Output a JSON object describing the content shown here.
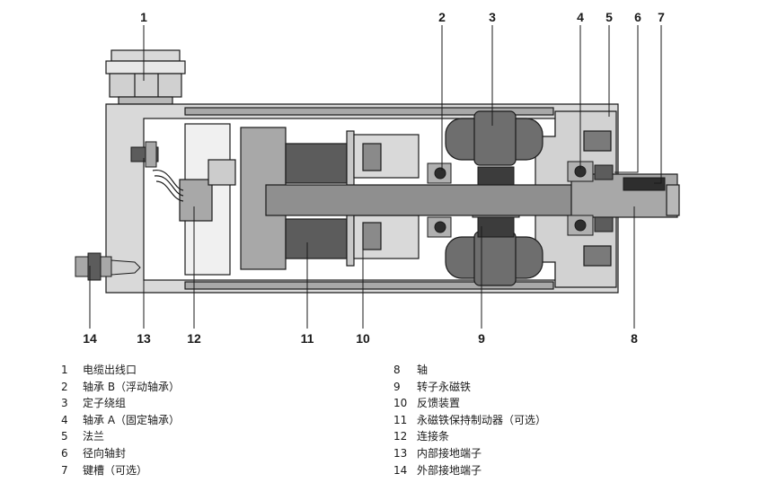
{
  "callouts_top": [
    "1",
    "2",
    "3",
    "4",
    "5",
    "6",
    "7"
  ],
  "callouts_bottom": [
    "14",
    "13",
    "12",
    "11",
    "10",
    "9",
    "8"
  ],
  "legend_left": [
    {
      "num": "1",
      "label": "电缆出线口"
    },
    {
      "num": "2",
      "label": "轴承 B（浮动轴承）"
    },
    {
      "num": "3",
      "label": "定子绕组"
    },
    {
      "num": "4",
      "label": "轴承 A（固定轴承）"
    },
    {
      "num": "5",
      "label": "法兰"
    },
    {
      "num": "6",
      "label": "径向轴封"
    },
    {
      "num": "7",
      "label": "键槽（可选）"
    }
  ],
  "legend_right": [
    {
      "num": "8",
      "label": "轴"
    },
    {
      "num": "9",
      "label": "转子永磁铁"
    },
    {
      "num": "10",
      "label": "反馈装置"
    },
    {
      "num": "11",
      "label": "永磁铁保持制动器（可选）"
    },
    {
      "num": "12",
      "label": "连接条"
    },
    {
      "num": "13",
      "label": "内部接地端子"
    },
    {
      "num": "14",
      "label": "外部接地端子"
    }
  ],
  "colors": {
    "housing_light": "#d9d9d9",
    "housing_mid": "#a8a8a8",
    "housing_dark": "#5c5c5c",
    "winding": "#6e6e6e",
    "outline": "#1a1a1a"
  }
}
